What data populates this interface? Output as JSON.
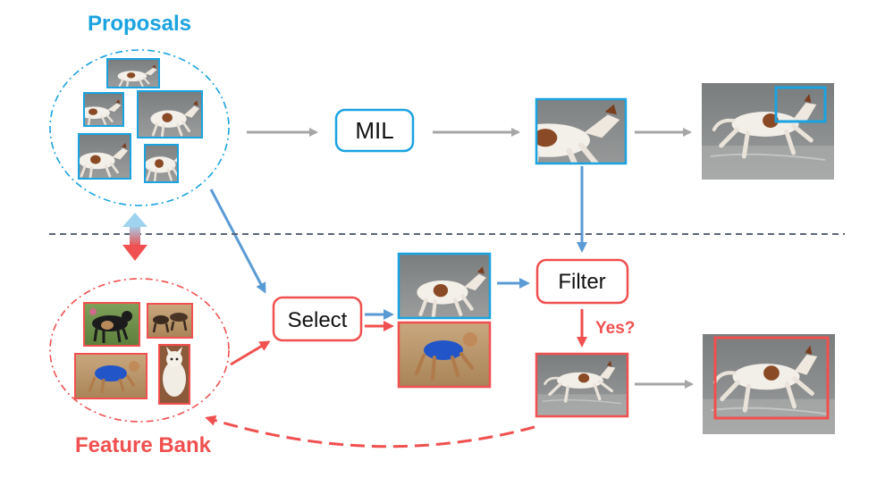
{
  "labels": {
    "proposals": "Proposals",
    "feature_bank": "Feature Bank",
    "mil": "MIL",
    "select": "Select",
    "filter": "Filter",
    "yes": "Yes?"
  },
  "colors": {
    "blue": "#1aa3e0",
    "red": "#f0504f",
    "gray": "#a6a6a6",
    "arrow_blue": "#5b9bd5",
    "divider": "#5a6778"
  },
  "icons": {
    "proposal_crop": "dog-photo-icon",
    "bank_image": "dog-photo-icon",
    "scene": "running-dog-photo-icon"
  }
}
